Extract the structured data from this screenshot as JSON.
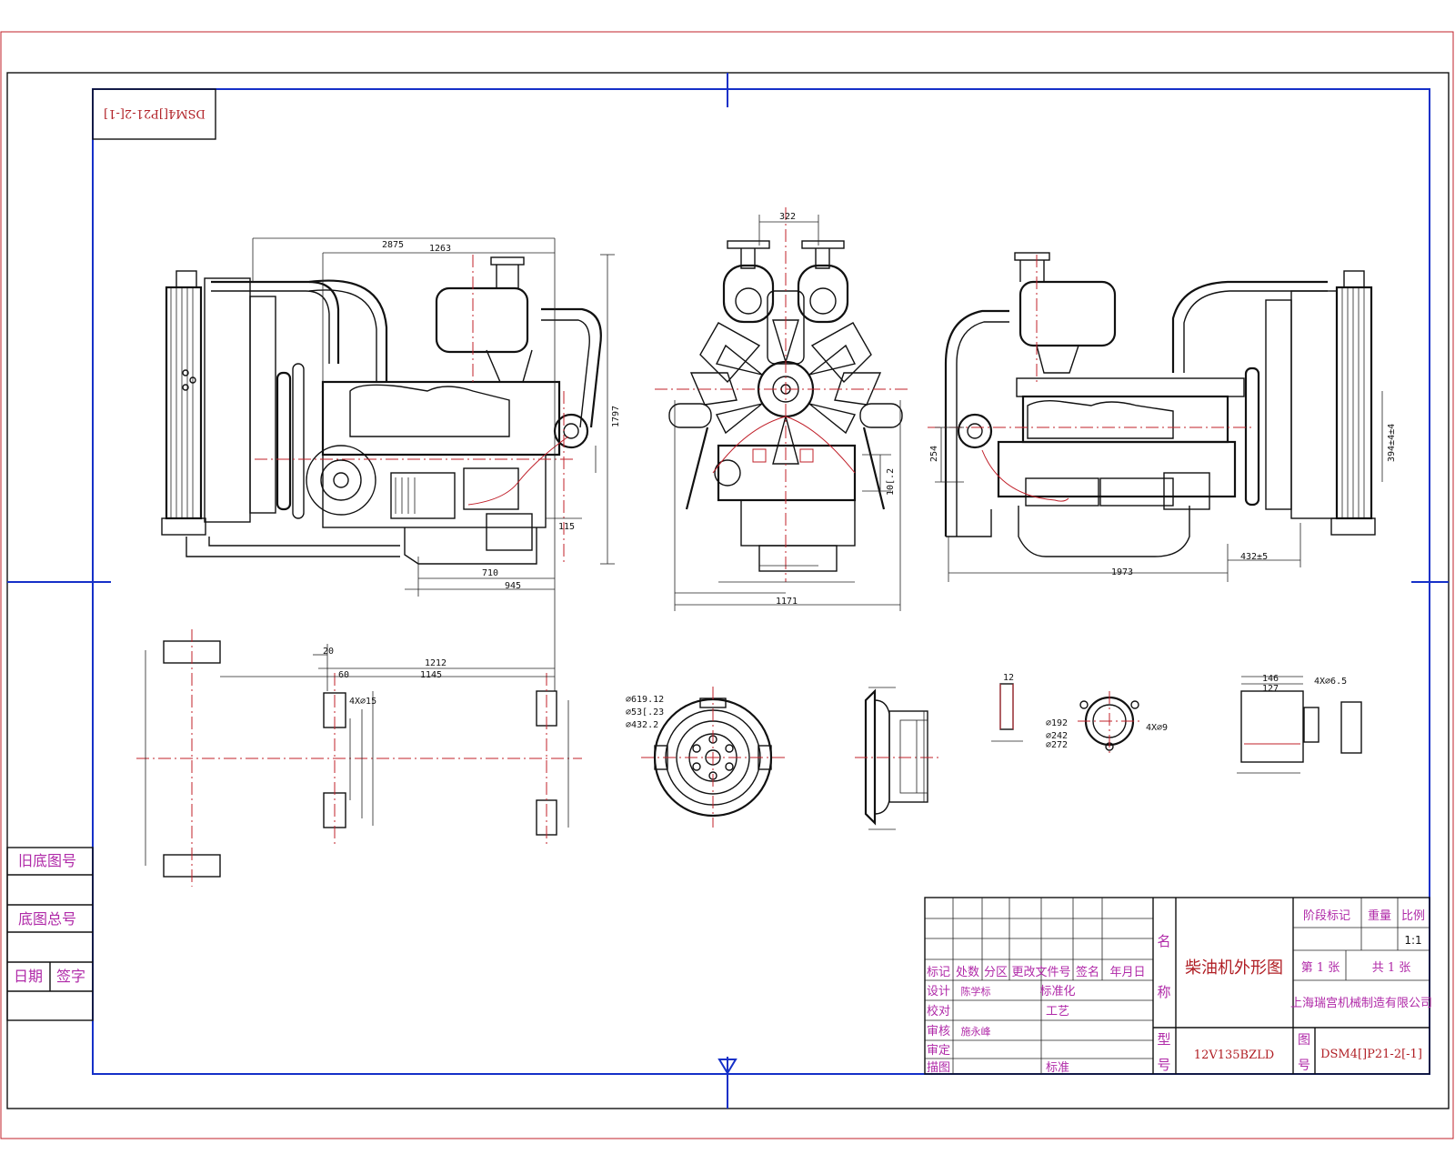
{
  "corner_code": "DSM4[]P21-2[-1]",
  "left_block": {
    "old_base_no": "旧底图号",
    "base_total_no": "底图总号",
    "date": "日期",
    "sign": "签字"
  },
  "title_block": {
    "rev_headers": [
      "标记",
      "处数",
      "分区",
      "更改文件号",
      "签名",
      "年月日"
    ],
    "design": "设计",
    "designer": "陈学标",
    "check": "校对",
    "review": "审核",
    "reviewer": "施永峰",
    "approve": "审定",
    "trace": "描图",
    "standardize": "标准化",
    "process": "工艺",
    "standard": "标准",
    "name_l1": "名",
    "name_l2": "称",
    "drawing_name": "柴油机外形图",
    "model_l1": "型",
    "model_l2": "号",
    "model": "12V135BZLD",
    "stage_mark": "阶段标记",
    "weight": "重量",
    "scale_label": "比例",
    "scale": "1:1",
    "sheet": "第 1 张",
    "total": "共 1 张",
    "company": "上海瑞宫机械制造有限公司",
    "drawing_no_l1": "图",
    "drawing_no_l2": "号",
    "drawing_no": "DSM4[]P21-2[-1]"
  },
  "dimensions": {
    "d_2875": "2875",
    "d_1263": "1263",
    "d_1797": "1797",
    "d_115": "115",
    "d_710": "710",
    "d_945": "945",
    "d_322": "322",
    "d_1171": "1171",
    "d_10": "10[.2",
    "d_254": "254",
    "d_1973": "1973",
    "d_432": "432±5",
    "d_394": "394±4±4",
    "d_20": "20",
    "d_1212": "1212",
    "d_60": "60",
    "d_1145": "1145",
    "d_4x15": "4X∅15",
    "d_619": "∅619.12",
    "d_53": "∅53[.23",
    "d_432_2": "∅432.2",
    "d_12": "12",
    "d_192": "∅192",
    "d_242": "∅242",
    "d_272": "∅272",
    "d_4x9": "4X∅9",
    "d_146": "146",
    "d_127": "127",
    "d_4x65": "4X∅6.5"
  }
}
